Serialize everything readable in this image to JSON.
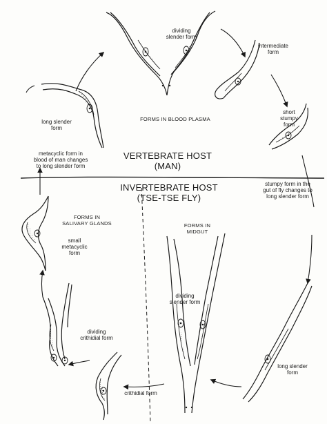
{
  "colors": {
    "ink": "#1a1a1a",
    "paper": "#fdfdfb",
    "stipple": "#b5b5b5"
  },
  "labels": {
    "dividing_slender_top": "dividing\nslender form",
    "intermediate": "intermediate\nform",
    "short_stumpy": "short\nstumpy\nform",
    "long_slender_top": "long slender\nform",
    "blood_plasma": "FORMS IN BLOOD PLASMA",
    "metacyclic_in_blood": "metacyclic form in\nblood of man changes\nto long slender form",
    "vertebrate_host": "VERTEBRATE HOST\n(MAN)",
    "invertebrate_host": "INVERTEBRATE HOST\n(TSE-TSE FLY)",
    "stumpy_in_gut": "stumpy form in the\ngut of fly changes to\nlong slender form",
    "salivary_glands": "FORMS IN\nSALIVARY GLANDS",
    "small_metacyclic": "small\nmetacyclic\nform",
    "midgut": "FORMS IN\nMIDGUT",
    "dividing_slender_midgut": "dividing\nslender form",
    "dividing_crithidial": "dividing\ncrithidial form",
    "crithidial": "crithidial form",
    "long_slender_bottom": "long slender\nform"
  }
}
